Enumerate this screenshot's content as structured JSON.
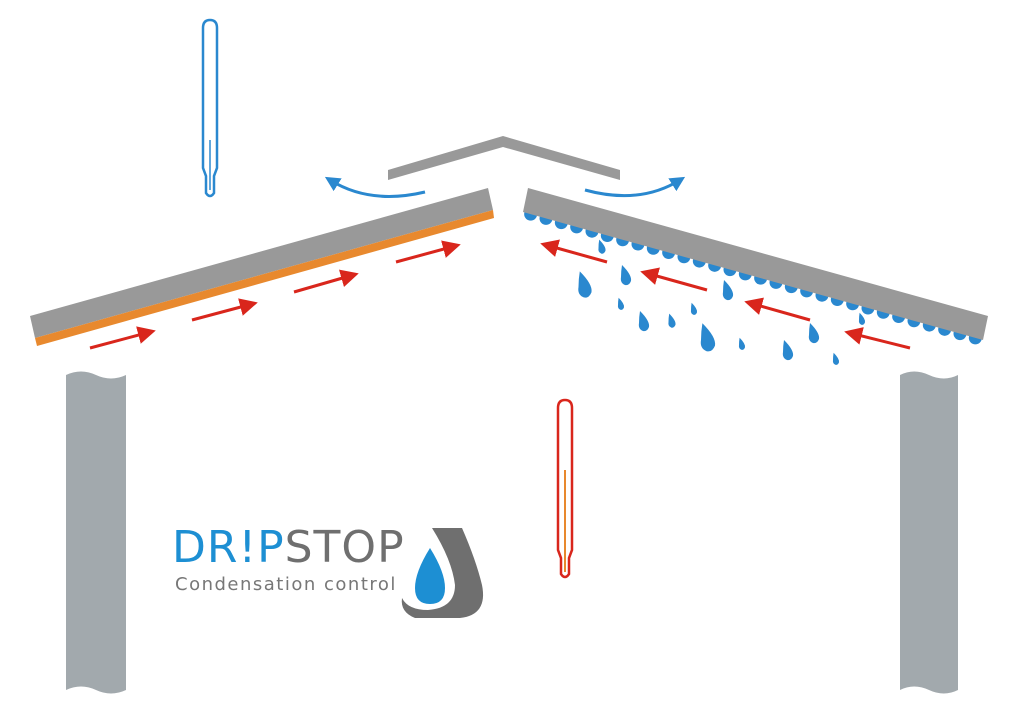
{
  "logo": {
    "brand_part1": "DR!P",
    "brand_part2": "STOP",
    "tagline": "Condensation control"
  },
  "colors": {
    "roof_gray": "#999999",
    "column_gray": "#a2a9ad",
    "insulation_orange": "#e8892e",
    "water_blue": "#2a88cf",
    "arrow_red": "#d9261c",
    "thermo_cold": "#2a88cf",
    "thermo_warm": "#d9261c",
    "logo_blue": "#1d8fd3",
    "logo_gray": "#6f6f6f"
  }
}
